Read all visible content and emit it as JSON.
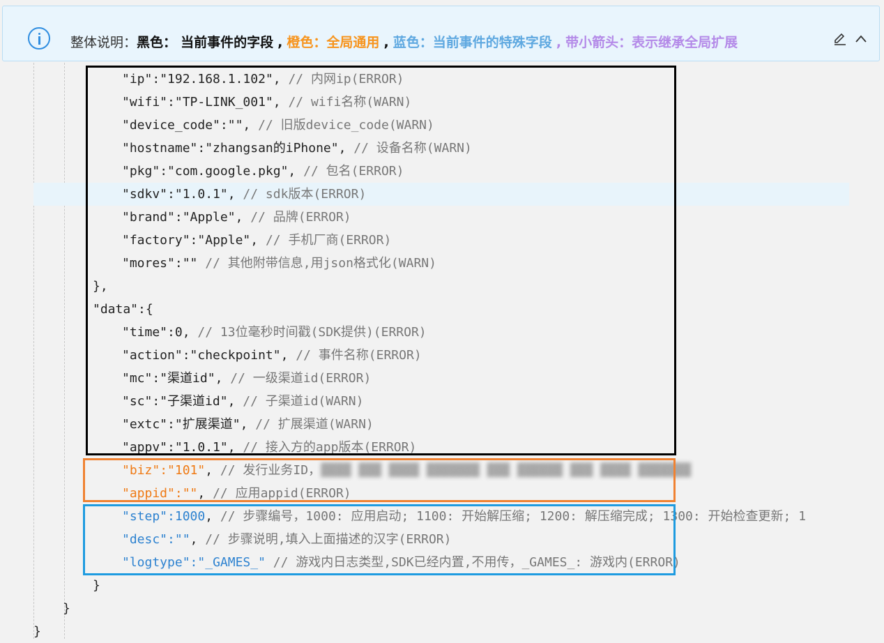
{
  "banner": {
    "label": "整体说明：",
    "black_label": "黑色：",
    "black_desc": "当前事件的字段",
    "sep1": ",",
    "orange_label": "橙色：",
    "orange_desc": "全局通用",
    "sep2": ",",
    "blue_label": "蓝色：",
    "blue_desc": "当前事件的特殊字段",
    "sep3": ",",
    "arrow_label": "带小箭头：",
    "arrow_desc": "表示继承全局扩展",
    "edit_icon": "edit-icon",
    "collapse_icon": "chevron-up-icon"
  },
  "colors": {
    "black": "#000000",
    "orange": "#f08232",
    "blue": "#1e9be0",
    "banner_bg": "#e9f5fd"
  },
  "code_lines": [
    {
      "k": "\"ip\"",
      "sep": ":",
      "v": "\"192.168.1.102\"",
      "p": ", ",
      "c": "// 内网ip(ERROR)"
    },
    {
      "k": "\"wifi\"",
      "sep": ":",
      "v": "\"TP-LINK_001\"",
      "p": ", ",
      "c": "// wifi名称(WARN)"
    },
    {
      "k": "\"device_code\"",
      "sep": ":",
      "v": "\"\"",
      "p": ", ",
      "c": "// 旧版device_code(WARN)"
    },
    {
      "k": "\"hostname\"",
      "sep": ":",
      "v": "\"zhangsan的iPhone\"",
      "p": ", ",
      "c": "// 设备名称(WARN)"
    },
    {
      "k": "\"pkg\"",
      "sep": ":",
      "v": "\"com.google.pkg\"",
      "p": ", ",
      "c": "// 包名(ERROR)"
    },
    {
      "k": "\"sdkv\"",
      "sep": ":",
      "v": "\"1.0.1\"",
      "p": ", ",
      "c": "// sdk版本(ERROR)"
    },
    {
      "k": "\"brand\"",
      "sep": ":",
      "v": "\"Apple\"",
      "p": ", ",
      "c": "// 品牌(ERROR)"
    },
    {
      "k": "\"factory\"",
      "sep": ":",
      "v": "\"Apple\"",
      "p": ", ",
      "c": "// 手机厂商(ERROR)"
    },
    {
      "k": "\"mores\"",
      "sep": ":",
      "v": "\"\"",
      "p": " ",
      "c": "// 其他附带信息,用json格式化(WARN)"
    }
  ],
  "close_device": "},",
  "data_open": "\"data\":{",
  "data_lines": [
    {
      "k": "\"time\"",
      "sep": ":",
      "v": "0",
      "p": ", ",
      "c": "// 13位毫秒时间戳(SDK提供)(ERROR)"
    },
    {
      "k": "\"action\"",
      "sep": ":",
      "v": "\"checkpoint\"",
      "p": ", ",
      "c": "// 事件名称(ERROR)"
    },
    {
      "k": "\"mc\"",
      "sep": ":",
      "v": "\"渠道id\"",
      "p": ", ",
      "c": "// 一级渠道id(ERROR)"
    },
    {
      "k": "\"sc\"",
      "sep": ":",
      "v": "\"子渠道id\"",
      "p": ", ",
      "c": "// 子渠道id(WARN)"
    },
    {
      "k": "\"extc\"",
      "sep": ":",
      "v": "\"扩展渠道\"",
      "p": ", ",
      "c": "// 扩展渠道(WARN)"
    },
    {
      "k": "\"appv\"",
      "sep": ":",
      "v": "\"1.0.1\"",
      "p": ", ",
      "c": "// 接入方的app版本(ERROR)"
    }
  ],
  "orange_lines": [
    {
      "k": "\"biz\"",
      "sep": ":",
      "v": "\"101\"",
      "p": ", ",
      "c": "// 发行业务ID，",
      "blur": "▓▓▓▓ ▓▓▓ ▓▓▓▓ ▓▓▓▓▓▓▓ ▓▓▓ ▓▓▓▓▓▓ ▓▓▓ ▓▓▓▓ ▓▓▓▓▓▓▓"
    },
    {
      "k": "\"appid\"",
      "sep": ":",
      "v": "\"\"",
      "p": ", ",
      "c": "// 应用appid(ERROR)"
    }
  ],
  "blue_lines": [
    {
      "k": "\"step\"",
      "sep": ":",
      "v": "1000",
      "p": ", ",
      "c": "// 步骤编号，1000: 应用启动; 1100: 开始解压缩; 1200: 解压缩完成; 1300: 开始检查更新; 1"
    },
    {
      "k": "\"desc\"",
      "sep": ":",
      "v": "\"\"",
      "p": ", ",
      "c": "// 步骤说明,填入上面描述的汉字(ERROR)"
    },
    {
      "k": "\"logtype\"",
      "sep": ":",
      "v": "\"_GAMES_\"",
      "p": " ",
      "c": "// 游戏内日志类型,SDK已经内置,不用传，_GAMES_: 游戏内(ERROR)"
    }
  ],
  "close_data": "}",
  "close_outer": "}",
  "close_root": "}"
}
